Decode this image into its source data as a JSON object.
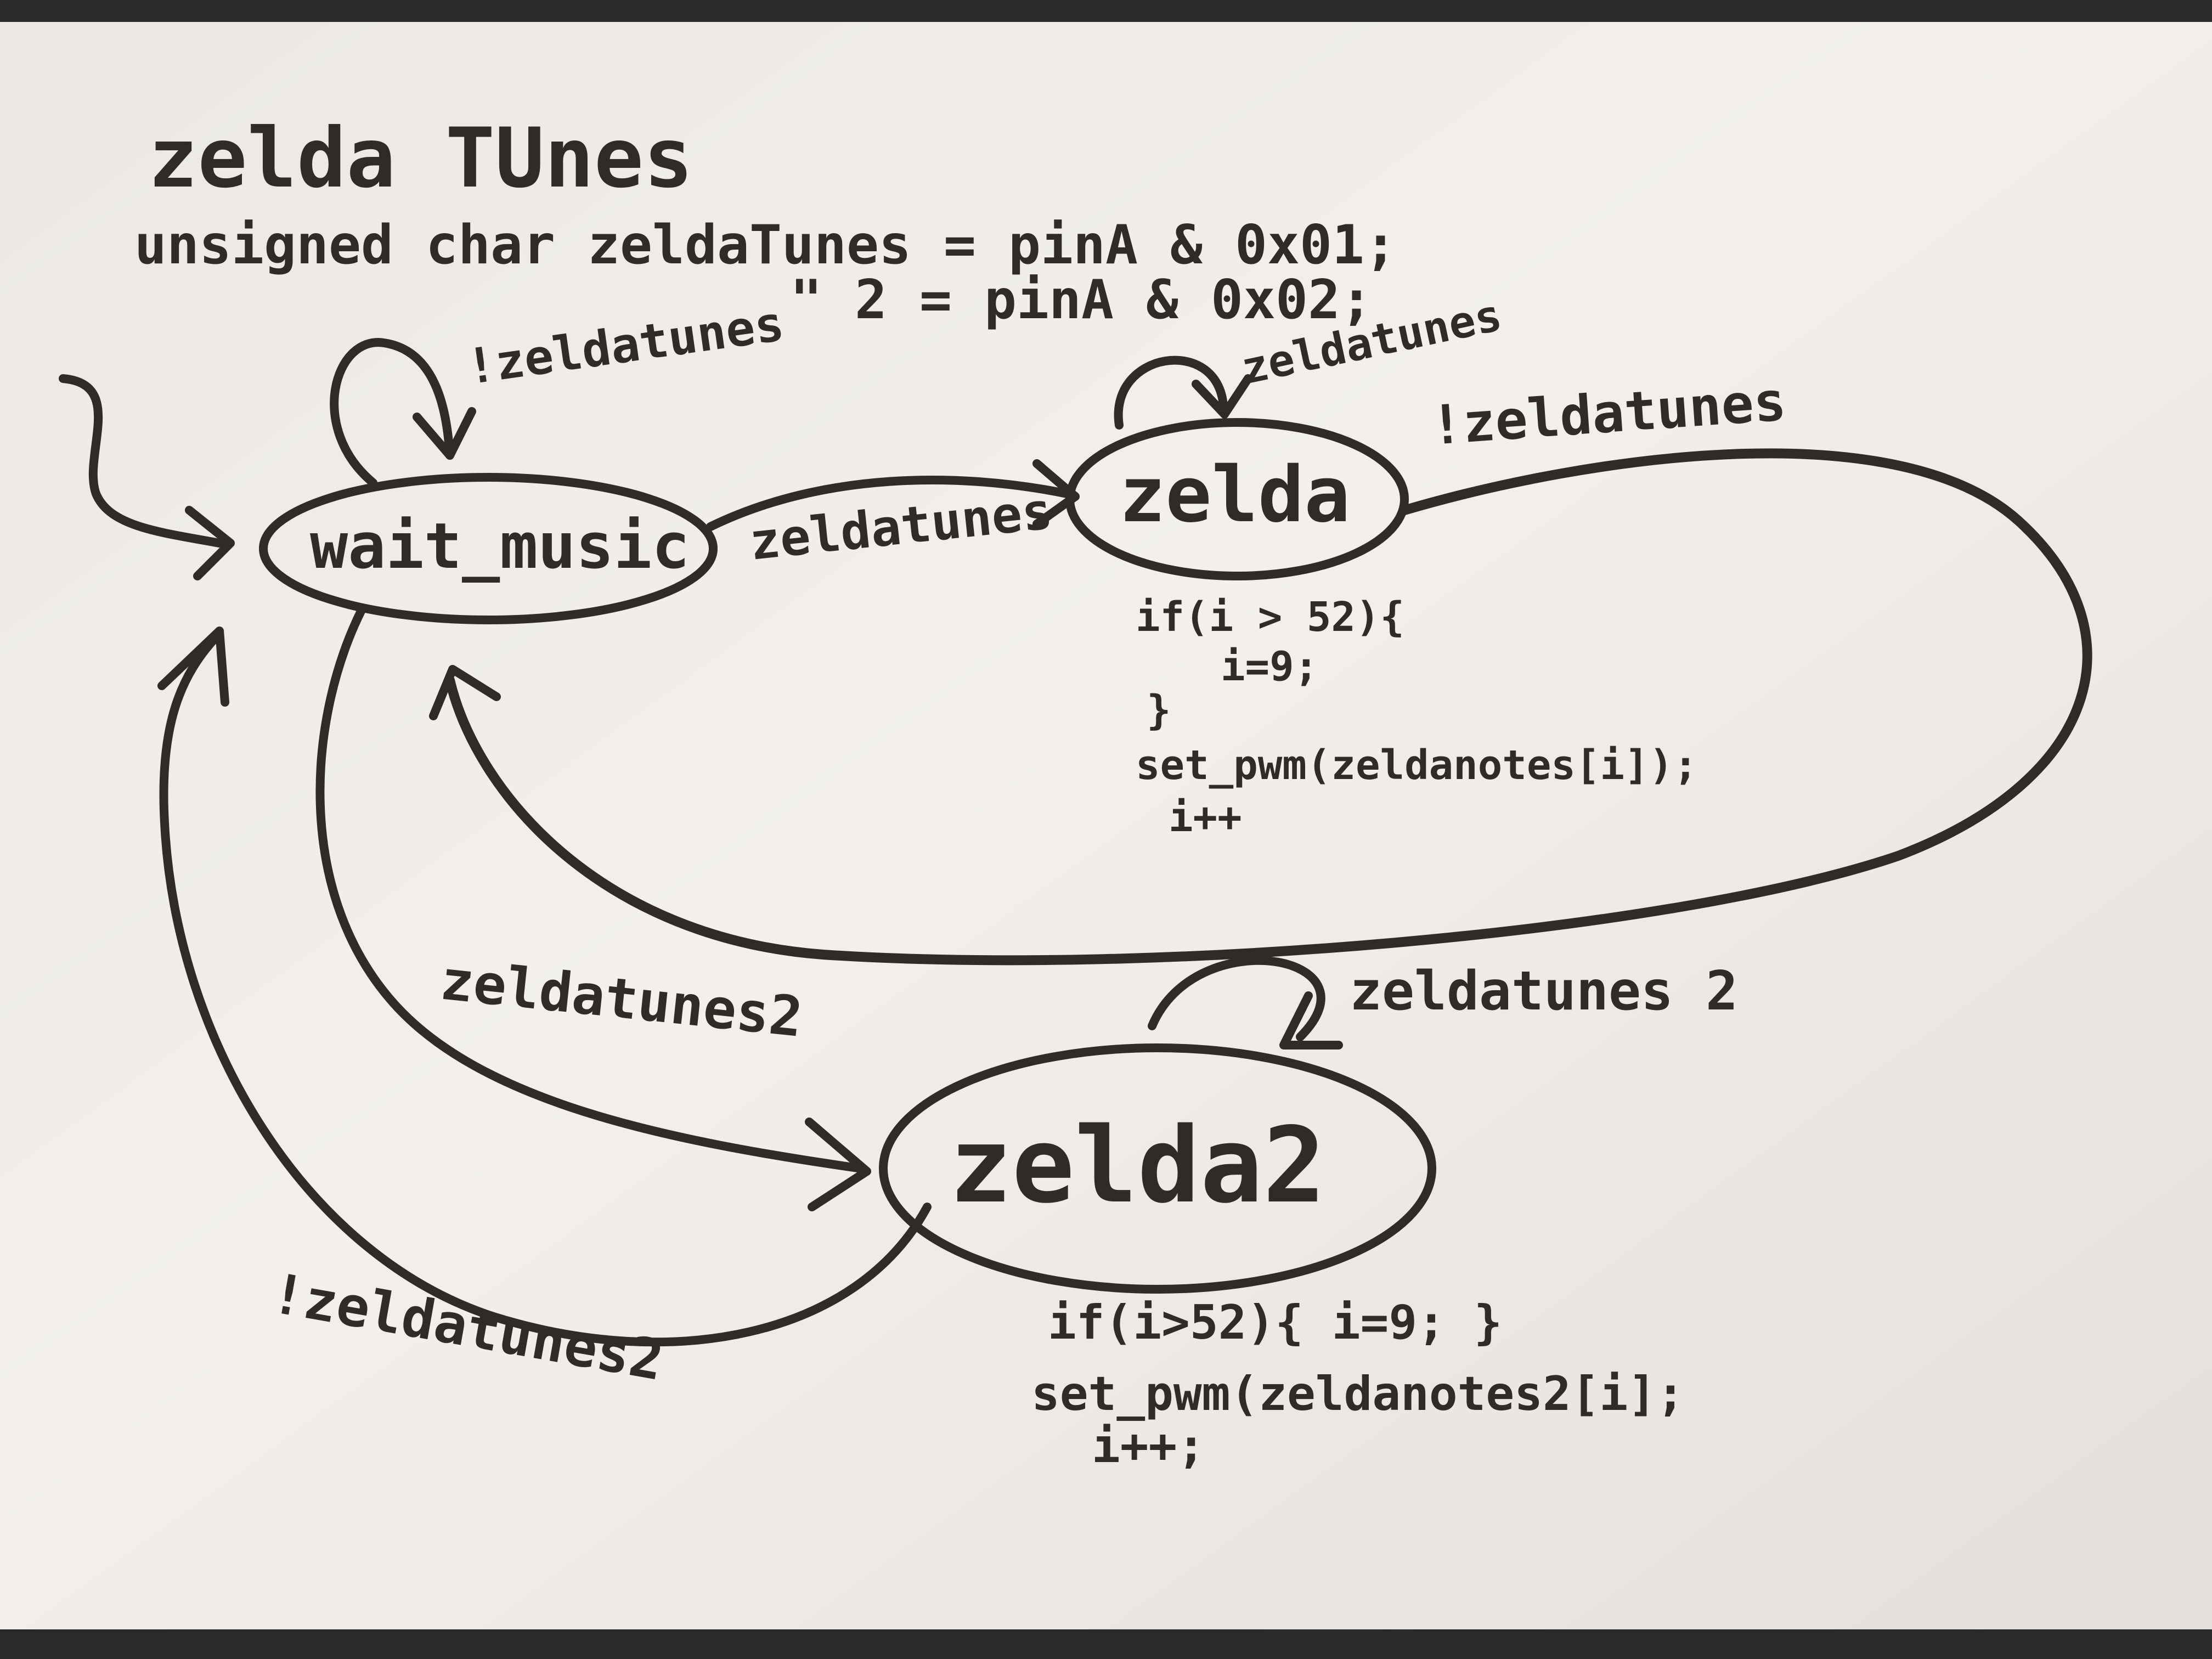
{
  "header": {
    "title": "zelda TUnes",
    "line1": "unsigned char zeldaTunes = pinA & 0x01;",
    "line2": "\" 2 = pinA & 0x02;"
  },
  "states": {
    "wait_music": "wait_music",
    "zelda": "zelda",
    "zelda2": "zelda2"
  },
  "transitions": {
    "wait_self": "!zeldatunes",
    "wait_to_zelda": "zeldatunes",
    "zelda_self": "zeldatunes",
    "zelda_to_wait": "!zeldatunes",
    "wait_to_zelda2": "zeldatunes2",
    "zelda2_self": "zeldatunes 2",
    "zelda2_to_wait": "!zeldatunes2"
  },
  "zelda_actions": [
    "if(i > 52){",
    "i=9;",
    "}",
    "set_pwm(zeldanotes[i]);",
    "i++"
  ],
  "zelda2_actions": [
    "if(i>52){ i=9; }",
    "set_pwm(zeldanotes2[i];",
    "i++;"
  ],
  "colors": {
    "board": "#f1eeea",
    "ink": "#2f2b28",
    "frame": "#2b2a2a"
  }
}
